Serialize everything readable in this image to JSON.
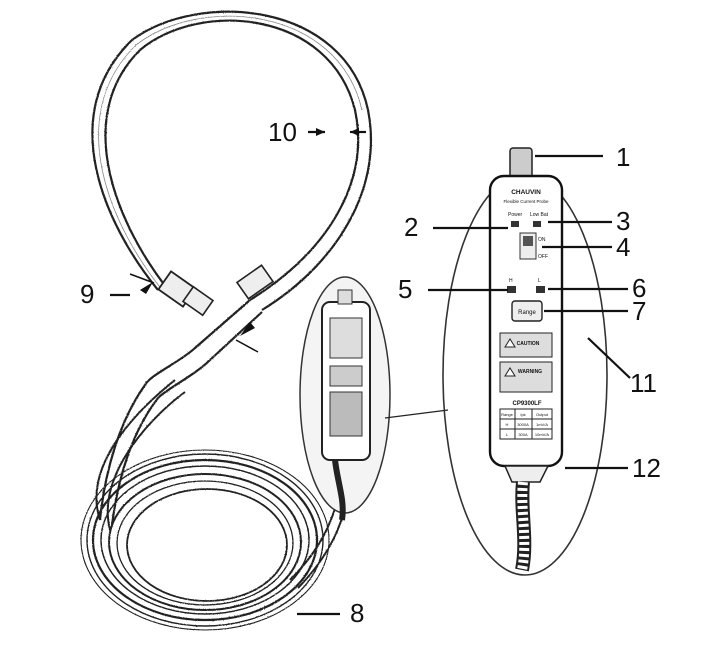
{
  "callouts": {
    "c1": "1",
    "c2": "2",
    "c3": "3",
    "c4": "4",
    "c5": "5",
    "c6": "6",
    "c7": "7",
    "c8": "8",
    "c9": "9",
    "c10": "10",
    "c11": "11",
    "c12": "12"
  },
  "probe": {
    "brand": "CHAUVIN",
    "product_line": "Flexible Current Probe",
    "power_label": "Power",
    "low_bat_label": "Low Bat",
    "on_label": "ON",
    "off_label": "OFF",
    "h_label": "H",
    "l_label": "L",
    "range_button": "Range",
    "caution_label": "CAUTION",
    "warning_label": "WARNING",
    "model": "CP9300LF",
    "table_headers": [
      "Range",
      "Ipk",
      "Output"
    ],
    "table_rows": [
      [
        "H",
        "3000A",
        "1mV/A"
      ],
      [
        "L",
        "300A",
        "10mV/A"
      ]
    ]
  },
  "colors": {
    "ink": "#111111",
    "paper": "#ffffff",
    "shade": "#d9d9d9"
  }
}
